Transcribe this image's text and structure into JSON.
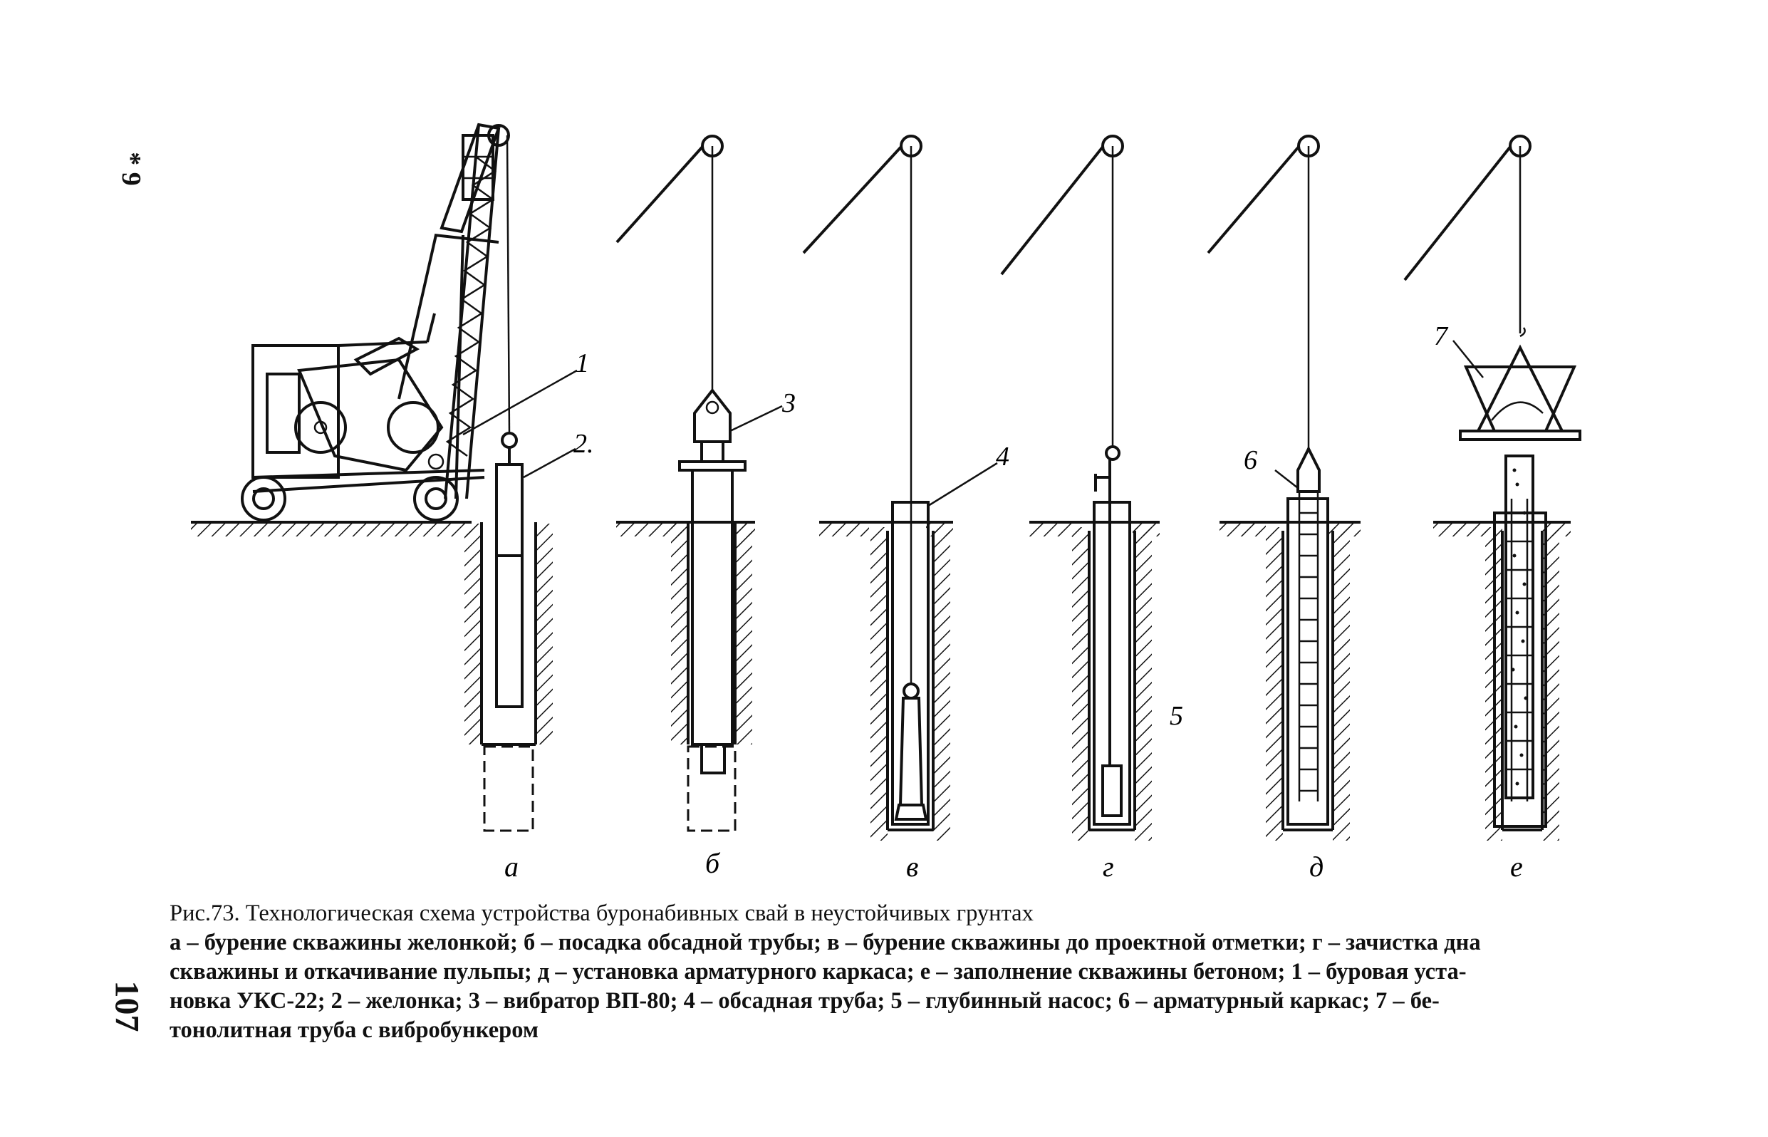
{
  "margin_marks": {
    "star": "* 9",
    "page_number": "107"
  },
  "figure": {
    "stage_labels": [
      "а",
      "б",
      "в",
      "г",
      "д",
      "е"
    ],
    "callouts": [
      "1",
      "2.",
      "3",
      "4",
      "5",
      "6",
      "7"
    ]
  },
  "caption": {
    "title": "Рис.73. Технологическая схема устройства буронабивных свай в неустойчивых грунтах",
    "body_lines": [
      "а – бурение скважины желонкой; б – посадка обсадной трубы; в – бурение скважины до проектной отметки; г – зачистка дна",
      "скважины и откачивание пульпы; д – установка арматурного каркаса; е – заполнение скважины бетоном; 1 – буровая уста-",
      "новка УКС-22; 2 – желонка; 3 – вибратор ВП-80; 4 – обсадная труба; 5 – глубинный насос; 6 – арматурный каркас; 7 – бе-",
      "тонолитная труба с вибробункером"
    ]
  }
}
